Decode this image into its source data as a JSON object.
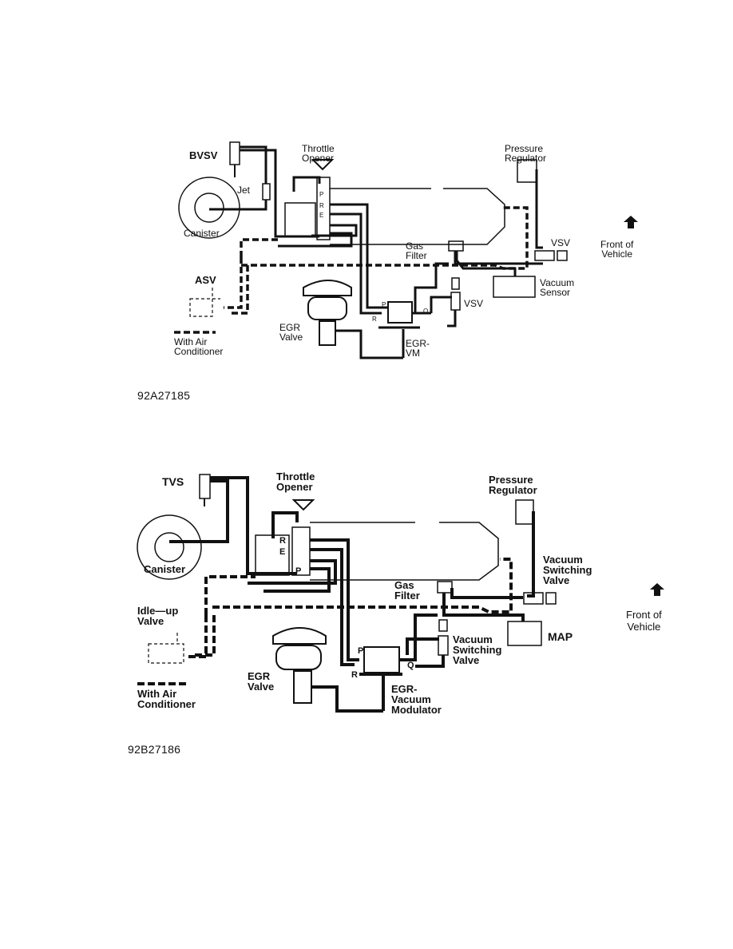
{
  "diagram_a": {
    "figure_id": "92A27185",
    "labels": {
      "bvsv": "BVSV",
      "throttle_opener": "Throttle\nOpener",
      "pressure_regulator": "Pressure\nRegulator",
      "jet": "Jet",
      "canister": "Canister",
      "gas_filter": "Gas\nFilter",
      "vsv_upper": "VSV",
      "front_of_vehicle": "Front of\nVehicle",
      "asv": "ASV",
      "vacuum_sensor": "Vacuum\nSensor",
      "vsv_lower": "VSV",
      "egr_valve": "EGR\nValve",
      "egr_vm": "EGR-\nVM",
      "legend_dash": "━━━━ :",
      "with_air_conditioner": "With Air\nConditioner"
    },
    "ports": {
      "r": "R",
      "e": "E",
      "p": "P",
      "p2": "P",
      "q": "Q",
      "r2": "R"
    }
  },
  "diagram_b": {
    "figure_id": "92B27186",
    "labels": {
      "tvs": "TVS",
      "throttle_opener": "Throttle\nOpener",
      "pressure_regulator": "Pressure\nRegulator",
      "canister": "Canister",
      "vacuum_switching_valve_upper": "Vacuum\nSwitching\nValve",
      "front_of_vehicle": "Front of\nVehicle",
      "gas_filter": "Gas\nFilter",
      "idle_up_valve": "Idle—up\nValve",
      "map": "MAP",
      "vacuum_switching_valve_lower": "Vacuum\nSwitching\nValve",
      "egr_valve": "EGR\nValve",
      "egr_vacuum_modulator": "EGR-\nVacuum\nModulator",
      "legend_dash": "━━━━:",
      "with_air_conditioner": "With Air\nConditioner"
    },
    "ports": {
      "r": "R",
      "e": "E",
      "p": "P",
      "p2": "P",
      "q": "Q",
      "r2": "R"
    }
  }
}
